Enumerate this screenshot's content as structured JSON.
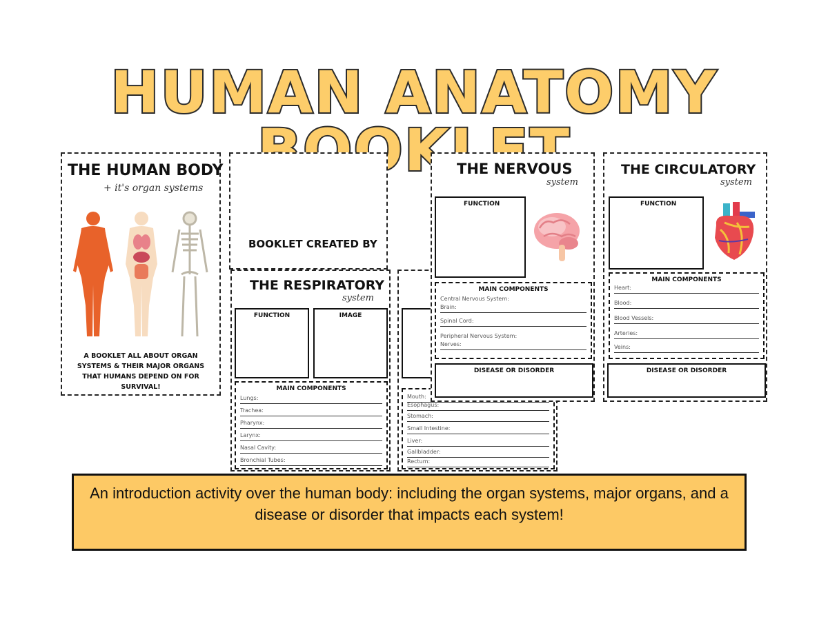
{
  "title": "HUMAN ANATOMY BOOKLET",
  "cover": {
    "heading": "THE HUMAN BODY",
    "subheading": "+ it's organ systems",
    "description": "A BOOKLET ALL ABOUT ORGAN SYSTEMS & THEIR MAJOR ORGANS THAT HUMANS DEPEND ON FOR SURVIVAL!"
  },
  "credits_page": {
    "text": "BOOKLET CREATED BY"
  },
  "respiratory": {
    "heading": "THE RESPIRATORY",
    "script": "system",
    "function_label": "FUNCTION",
    "image_label": "IMAGE",
    "components_label": "MAIN COMPONENTS",
    "components": [
      "Lungs:",
      "Trachea:",
      "Pharynx:",
      "Larynx:",
      "Nasal Cavity:",
      "Bronchial Tubes:"
    ]
  },
  "digestive": {
    "components": [
      "Mouth:",
      "Esophagus:",
      "Stomach:",
      "Small Intestine:",
      "Liver:",
      "Gallbladder:",
      "Rectum:"
    ]
  },
  "nervous": {
    "heading": "THE NERVOUS",
    "script": "system",
    "function_label": "FUNCTION",
    "components_label": "MAIN COMPONENTS",
    "components": [
      "Central Nervous System:",
      "Brain:",
      "Spinal Cord:",
      "Peripheral Nervous System:",
      "Nerves:"
    ],
    "disease_label": "DISEASE OR DISORDER"
  },
  "circulatory": {
    "heading": "THE CIRCULATORY",
    "script": "system",
    "function_label": "FUNCTION",
    "components_label": "MAIN COMPONENTS",
    "components": [
      "Heart:",
      "Blood:",
      "Blood Vessels:",
      "Arteries:",
      "Veins:"
    ],
    "disease_label": "DISEASE OR DISORDER"
  },
  "caption": "An introduction activity over the human body: including the organ systems, major organs, and a disease or disorder that impacts each system!",
  "colors": {
    "title_fill": "#fdcd6a",
    "caption_bg": "#fdc965",
    "muscle": "#e8622a",
    "skin": "#f7dcc0",
    "bone": "#e9e4d6"
  }
}
